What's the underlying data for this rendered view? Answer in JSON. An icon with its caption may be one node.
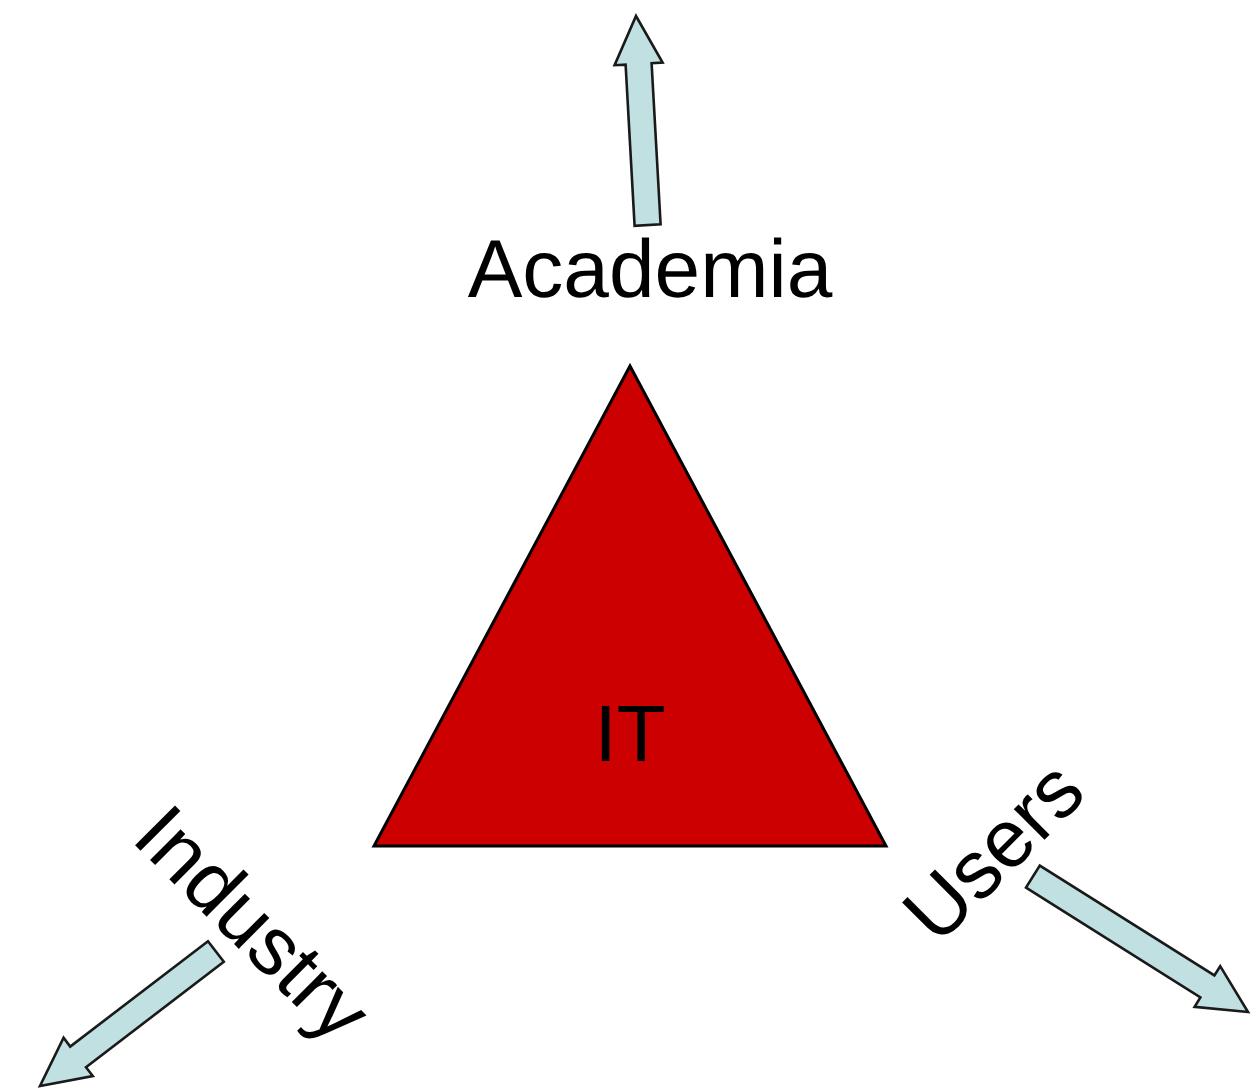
{
  "diagram": {
    "nodes": [
      {
        "text": [
          "IT"
        ]
      },
      {
        "text": [
          "Academia"
        ]
      },
      {
        "text": [
          "Industry"
        ]
      },
      {
        "text": [
          "Users"
        ]
      }
    ],
    "edges": [
      {
        "from": 1,
        "to": null,
        "arrow": "to"
      },
      {
        "from": 2,
        "to": null,
        "arrow": "to"
      },
      {
        "from": 3,
        "to": null,
        "arrow": "to"
      }
    ]
  }
}
